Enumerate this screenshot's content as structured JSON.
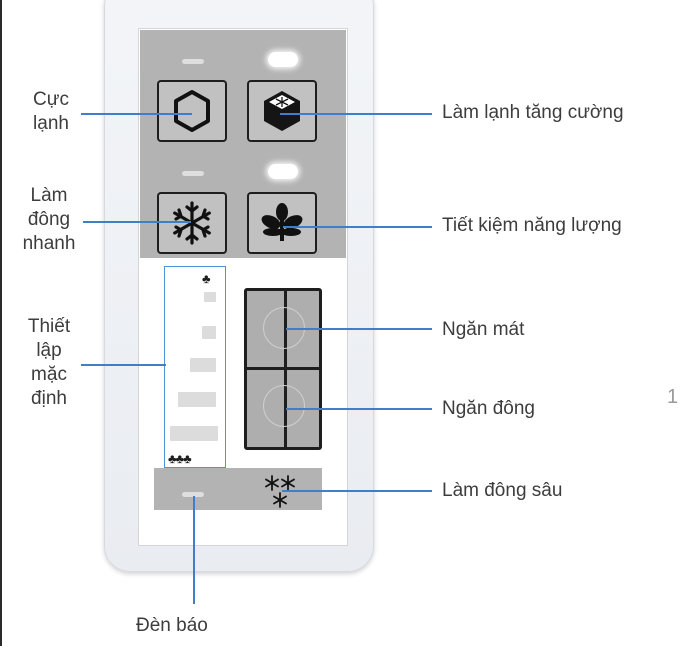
{
  "labels": {
    "cuc_lanh_1": "Cực",
    "cuc_lanh_2": "lạnh",
    "lam_lanh_tang_cuong": "Làm lạnh tăng cường",
    "lam_dong_nhanh_1": "Làm",
    "lam_dong_nhanh_2": "đông",
    "lam_dong_nhanh_3": "nhanh",
    "tiet_kiem_nang_luong": "Tiết kiệm năng lượng",
    "thiet_lap_1": "Thiết",
    "thiet_lap_2": "lập",
    "thiet_lap_3": "mặc",
    "thiet_lap_4": "định",
    "ngan_mat": "Ngăn mát",
    "ngan_dong": "Ngăn đông",
    "lam_dong_sau": "Làm đông sâu",
    "den_bao": "Đèn báo"
  },
  "stray_mark": "1",
  "colors": {
    "leader_line": "#3f7fc8",
    "panel_gray": "#b3b3b3",
    "button_fill": "#c1c1c1",
    "border_dark": "#1e1e1e"
  },
  "icons": {
    "cuc_lanh": "hexagon-icon",
    "lam_lanh_tang_cuong": "ice-cube-icon",
    "lam_dong_nhanh": "snowflake-icon",
    "tiet_kiem_nang_luong": "leaf-plant-icon",
    "lam_dong_sau": "double-snowflake-icon"
  }
}
